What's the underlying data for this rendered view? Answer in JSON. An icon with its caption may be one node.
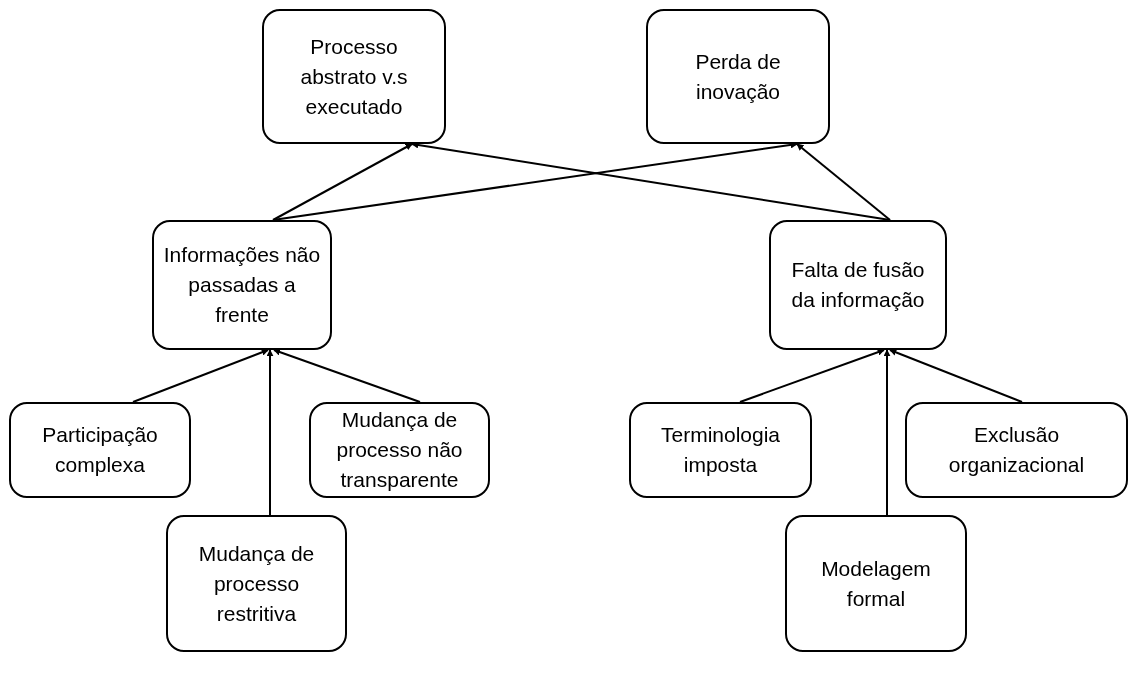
{
  "diagram": {
    "nodes": [
      {
        "text": [
          "Processo abstrato v.s executado"
        ]
      },
      {
        "text": [
          "Perda de inovação"
        ]
      },
      {
        "text": [
          "Informações não passadas a frente"
        ]
      },
      {
        "text": [
          "Falta de fusão da informação"
        ]
      },
      {
        "text": [
          "Participação complexa"
        ]
      },
      {
        "text": [
          "Mudança de processo não transparente"
        ]
      },
      {
        "text": [
          "Mudança de processo restritiva"
        ]
      },
      {
        "text": [
          "Terminologia imposta"
        ]
      },
      {
        "text": [
          "Exclusão organizacional"
        ]
      },
      {
        "text": [
          "Modelagem formal"
        ]
      }
    ],
    "edges": [
      {
        "from": 2,
        "to": 0,
        "arrow": "to"
      },
      {
        "from": 2,
        "to": 1,
        "arrow": "to"
      },
      {
        "from": 3,
        "to": 0,
        "arrow": "to"
      },
      {
        "from": 3,
        "to": 1,
        "arrow": "to"
      },
      {
        "from": 4,
        "to": 2,
        "arrow": "to"
      },
      {
        "from": 6,
        "to": 2,
        "arrow": "to"
      },
      {
        "from": 5,
        "to": 2,
        "arrow": "to"
      },
      {
        "from": 7,
        "to": 3,
        "arrow": "to"
      },
      {
        "from": 9,
        "to": 3,
        "arrow": "to"
      },
      {
        "from": 8,
        "to": 3,
        "arrow": "to"
      }
    ]
  }
}
